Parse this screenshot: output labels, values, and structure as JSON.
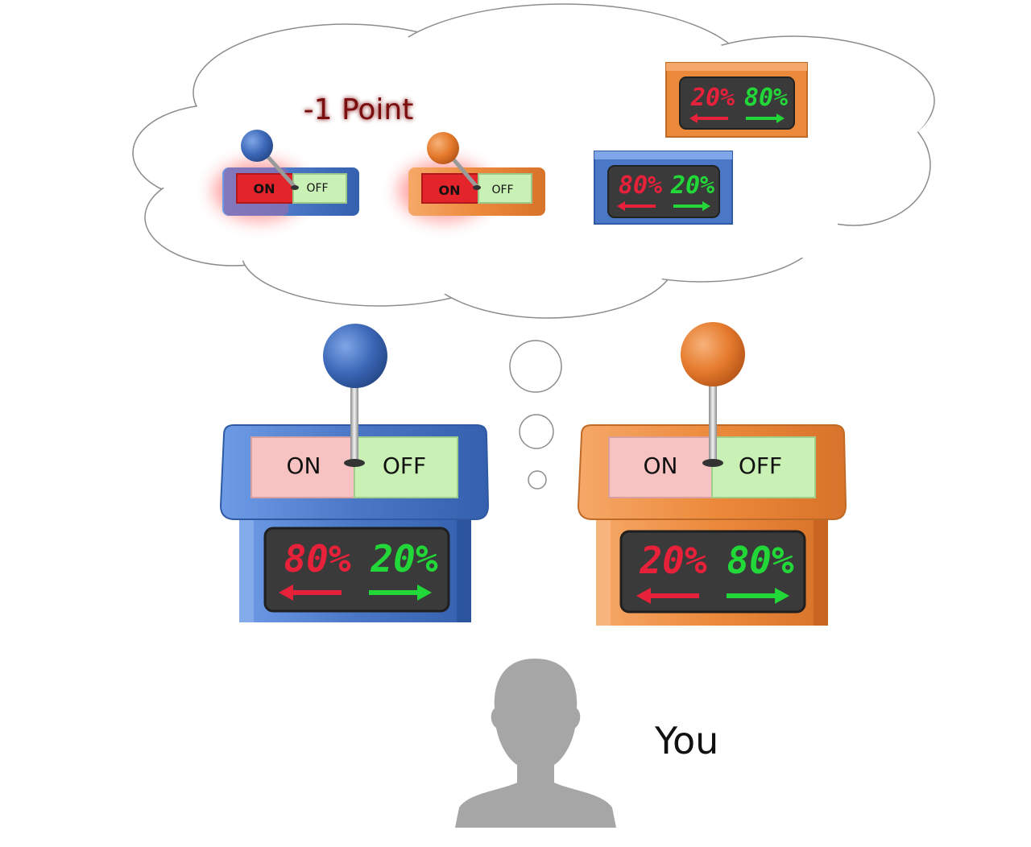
{
  "thought": {
    "penalty_text": "-1 Point",
    "small_machines": [
      {
        "color": "blue",
        "on_label": "ON",
        "off_label": "OFF",
        "lever": "on"
      },
      {
        "color": "orange",
        "on_label": "ON",
        "off_label": "OFF",
        "lever": "on"
      }
    ],
    "small_displays": [
      {
        "color": "orange",
        "left_pct": "20%",
        "right_pct": "80%"
      },
      {
        "color": "blue",
        "left_pct": "80%",
        "right_pct": "20%"
      }
    ]
  },
  "machines": [
    {
      "color": "blue",
      "on_label": "ON",
      "off_label": "OFF",
      "left_pct": "80%",
      "right_pct": "20%",
      "lever": "center"
    },
    {
      "color": "orange",
      "on_label": "ON",
      "off_label": "OFF",
      "left_pct": "20%",
      "right_pct": "80%",
      "lever": "center"
    }
  ],
  "person": {
    "label": "You"
  },
  "colors": {
    "blue": "#4f7fd0",
    "orange": "#ee8a3c",
    "red_text": "#e8213a",
    "green_text": "#22d838",
    "on_red": "#e3242b",
    "on_pink": "#f7c2c2",
    "off_green": "#c9f0b5",
    "screen": "#3a3a3a",
    "silhouette": "#a6a6a6"
  }
}
